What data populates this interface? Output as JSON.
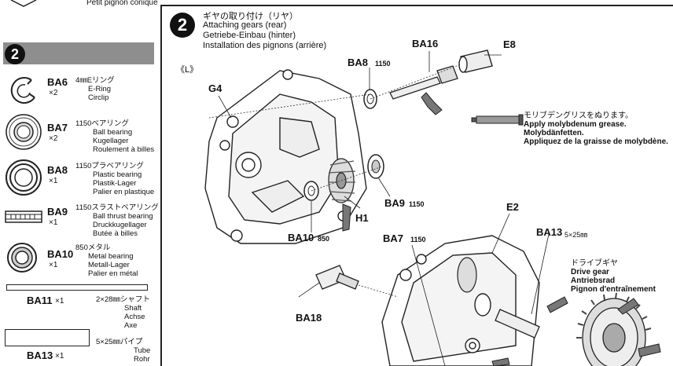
{
  "top_caption": "Petit pignon conique",
  "left_step_number": "2",
  "parts": [
    {
      "code": "BA6",
      "qty": "×2",
      "desc": [
        "4㎜Eリング",
        "E-Ring",
        "Circlip"
      ]
    },
    {
      "code": "BA7",
      "qty": "×2",
      "desc": [
        "1150ベアリング",
        "Ball bearing",
        "Kugellager",
        "Roulement à billes"
      ]
    },
    {
      "code": "BA8",
      "qty": "×1",
      "desc": [
        "1150プラベアリング",
        "Plastic bearing",
        "Plastik-Lager",
        "Palier en plastique"
      ]
    },
    {
      "code": "BA9",
      "qty": "×1",
      "desc": [
        "1150スラストベアリング",
        "Ball thrust bearing",
        "Druckkugellager",
        "Butée à billes"
      ]
    },
    {
      "code": "BA10",
      "qty": "×1",
      "desc": [
        "850メタル",
        "Metal bearing",
        "Metall-Lager",
        "Palier en métal"
      ]
    }
  ],
  "ba11": {
    "code": "BA11",
    "qty": "×1",
    "desc": [
      "2×28㎜シャフト",
      "Shaft",
      "Achse",
      "Axe"
    ]
  },
  "ba13": {
    "code": "BA13",
    "qty": "×1",
    "desc": [
      "5×25㎜パイプ",
      "Tube",
      "Rohr"
    ]
  },
  "step": {
    "number": "2",
    "title_jp": "ギヤの取り付け（リヤ）",
    "title_en": "Attaching gears (rear)",
    "title_de": "Getriebe-Einbau (hinter)",
    "title_fr": "Installation des pignons (arrière)"
  },
  "side_label": "《L》",
  "grease_note": {
    "jp": "モリブデングリスをぬります。",
    "en": "Apply molybdenum grease.",
    "de": "Molybdänfetten.",
    "fr": "Appliquez de la graisse de molybdène."
  },
  "drive_gear": {
    "jp": "ドライブギヤ",
    "en": "Drive gear",
    "de": "Antriebsrad",
    "fr": "Pignon d'entraînement"
  },
  "callouts": {
    "g4": "G4",
    "ba16": "BA16",
    "e8": "E8",
    "ba8": "BA8",
    "ba8_size": "1150",
    "h1": "H1",
    "ba9": "BA9",
    "ba9_size": "1150",
    "ba10": "BA10",
    "ba10_size": "850",
    "e2": "E2",
    "ba13": "BA13",
    "ba13_size": "5×25㎜",
    "ba7": "BA7",
    "ba7_size": "1150",
    "ba18": "BA18"
  }
}
